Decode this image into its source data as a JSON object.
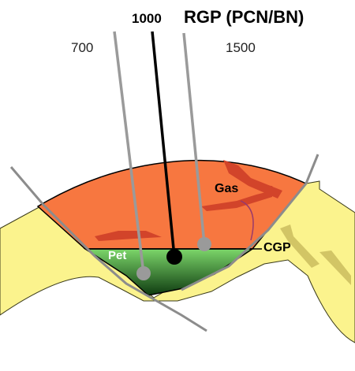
{
  "labels": {
    "title": "RGP (PCN/BN)",
    "well_rgp_1000": "1000",
    "well_rgp_700": "700",
    "well_rgp_1500": "1500",
    "gas": "Gas",
    "oil": "Pet",
    "contact": "CGP"
  },
  "colors": {
    "gas_cap": "#f77740",
    "oil_zone_top": "#7cd66a",
    "oil_zone_bottom": "#0e3a10",
    "formation": "#fbf38d",
    "fault_shadow": "#d2c565",
    "well_grey": "#9a9a9a",
    "well_black": "#000000",
    "fault_line_grey": "#8c8c8c",
    "oil_label_text": "#ffffff"
  }
}
